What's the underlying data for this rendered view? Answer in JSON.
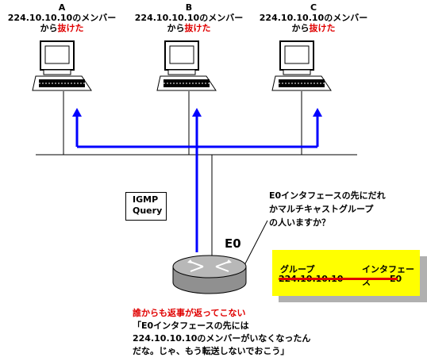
{
  "hosts": [
    {
      "name": "A",
      "line1": "224.10.10.10のメンバー",
      "line2_prefix": "から",
      "line2_red": "抜けた"
    },
    {
      "name": "B",
      "line1": "224.10.10.10のメンバー",
      "line2_prefix": "から",
      "line2_red": "抜けた"
    },
    {
      "name": "C",
      "line1": "224.10.10.10のメンバー",
      "line2_prefix": "から",
      "line2_red": "抜けた"
    }
  ],
  "igmp": {
    "line1": "IGMP",
    "line2": "Query"
  },
  "question": {
    "line1": "E0インタフェースの先にだれ",
    "line2": "かマルチキャストグループ",
    "line3": "の人いますか？"
  },
  "router": {
    "interface": "E0"
  },
  "table": {
    "col_group": "グループ",
    "col_interface": "インタフェース",
    "group_value": "224.10.10.10",
    "interface_value": "E0"
  },
  "router_thought": {
    "red_line": "誰からも返事が返ってこない",
    "line1": "「E0インタフェースの先には",
    "line2": "224.10.10.10のメンバーがいなくなったん",
    "line3": "だな。じゃ、もう転送しないでおこう」"
  },
  "colors": {
    "arrow": "#0000ff",
    "highlight": "#e00000",
    "panel": "#ffff00",
    "router": "#a0a0a0"
  }
}
